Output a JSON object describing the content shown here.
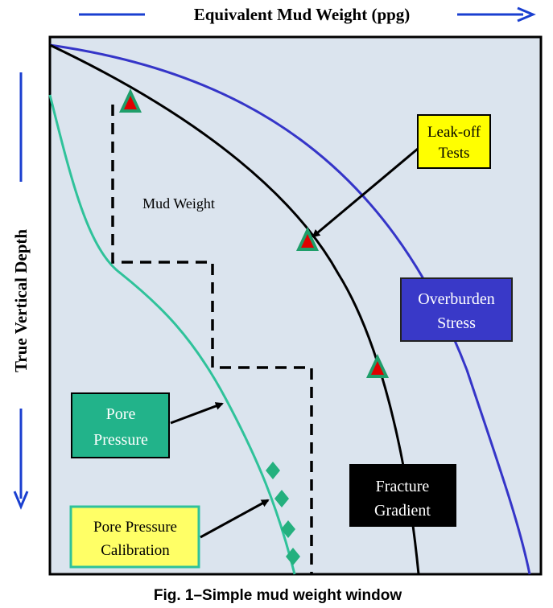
{
  "axes": {
    "x_title": "Equivalent Mud Weight (ppg)",
    "y_title": "True Vertical Depth"
  },
  "labels": {
    "mud_weight": "Mud Weight",
    "leakoff_line1": "Leak-off",
    "leakoff_line2": "Tests",
    "overburden_line1": "Overburden",
    "overburden_line2": "Stress",
    "pore_line1": "Pore",
    "pore_line2": "Pressure",
    "fracture_line1": "Fracture",
    "fracture_line2": "Gradient",
    "calibration_line1": "Pore Pressure",
    "calibration_line2": "Calibration"
  },
  "caption": "Fig. 1–Simple mud weight window",
  "colors": {
    "plot_background": "#dbe4ee",
    "overburden": "#3535c8",
    "fracture": "#000000",
    "pore_pressure": "#2fc29a",
    "leakoff_box": "#ffff00",
    "calibration_box": "#ffff66",
    "pore_box": "#22b38a",
    "overburden_box": "#3939c8",
    "fracture_box": "#000000",
    "arrow_axis": "#1a3fd0",
    "triangle_outer": "#1f9e6a",
    "triangle_inner": "#e00000",
    "diamond": "#24b07e"
  },
  "icons": {
    "axis_arrow": "arrow-right-icon",
    "depth_arrow": "arrow-down-icon",
    "leakoff_marker": "triangle-icon",
    "calibration_marker": "diamond-icon"
  }
}
